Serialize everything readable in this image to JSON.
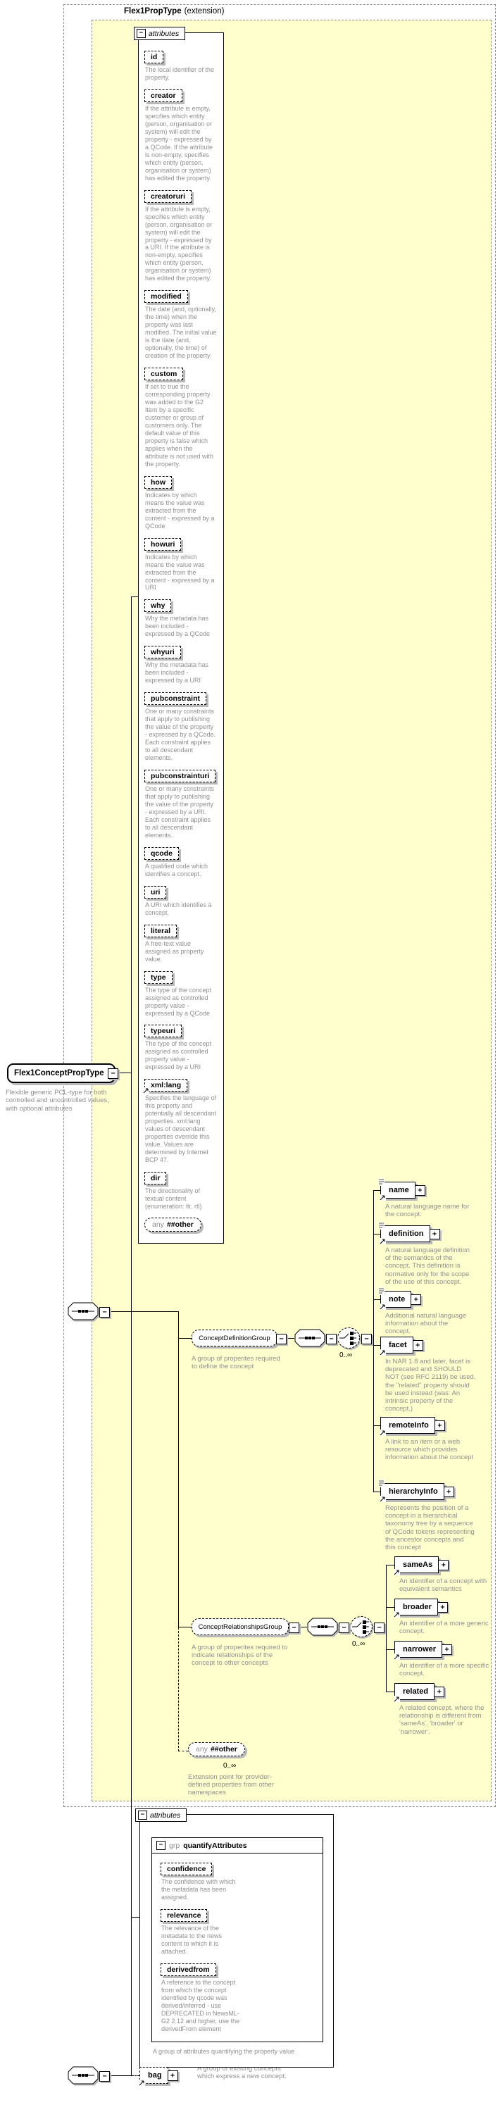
{
  "diagram": {
    "frame": {
      "title": "Flex1PropType",
      "title_suffix": "(extension)"
    },
    "icons": {
      "collapse": "−",
      "expand": "+"
    },
    "root": {
      "name": "Flex1ConceptPropType",
      "description": "Flexible generic PCL-type for both controlled and uncontrolled values, with optional attributes"
    },
    "inherited_attributes": {
      "header": "attributes",
      "items": [
        {
          "name": "id",
          "description": "The local identifier of the property."
        },
        {
          "name": "creator",
          "description": "If the attribute is empty, specifies which entity (person, organisation or system) will edit the property - expressed by a QCode. If the attribute is non-empty, specifies which entity (person, organisation or system) has edited the property."
        },
        {
          "name": "creatoruri",
          "description": "If the attribute is empty, specifies which entity (person, organisation or system) will edit the property - expressed by a URI. If the attribute is non-empty, specifies which entity (person, organisation or system) has edited the property."
        },
        {
          "name": "modified",
          "description": "The date (and, optionally, the time) when the property was last modified. The initial value is the date (and, optionally, the time) of creation of the property."
        },
        {
          "name": "custom",
          "description": "If set to true the corresponding property was added to the G2 Item by a specific customer or group of customers only. The default value of this property is false which applies when the attribute is not used with the property."
        },
        {
          "name": "how",
          "description": "Indicates by which means the value was extracted from the content - expressed by a QCode"
        },
        {
          "name": "howuri",
          "description": "Indicates by which means the value was extracted from the content - expressed by a URI"
        },
        {
          "name": "why",
          "description": "Why the metadata has been included - expressed by a QCode"
        },
        {
          "name": "whyuri",
          "description": "Why the metadata has been included - expressed by a URI"
        },
        {
          "name": "pubconstraint",
          "description": "One or many constraints that apply to publishing the value of the property - expressed by a QCode. Each constraint applies to all descendant elements."
        },
        {
          "name": "pubconstrainturi",
          "description": "One or many constraints that apply to publishing the value of the property - expressed by a URI. Each constraint applies to all descendant elements."
        },
        {
          "name": "qcode",
          "description": "A qualified code which identifies a concept."
        },
        {
          "name": "uri",
          "description": "A URI which identifies a concept."
        },
        {
          "name": "literal",
          "description": "A free-text value assigned as property value."
        },
        {
          "name": "type",
          "description": "The type of the concept assigned as controlled property value - expressed by a QCode"
        },
        {
          "name": "typeuri",
          "description": "The type of the concept assigned as controlled property value - expressed by a URI"
        },
        {
          "name": "xml:lang",
          "description": "Specifies the language of this property and potentially all descendant properties. xml:lang values of descendant properties override this value. Values are determined by Internet BCP 47."
        },
        {
          "name": "dir",
          "description": "The directionality of textual content (enumeration: ltr, rtl)"
        }
      ],
      "wildcard": {
        "prefix": "any",
        "name": "##other"
      }
    },
    "content": {
      "groups": [
        {
          "name": "ConceptDefinitionGroup",
          "description": "A group of properites required to define the concept",
          "occurrence": "0..∞",
          "elements": [
            {
              "name": "name",
              "description": "A natural language name for the concept."
            },
            {
              "name": "definition",
              "description": "A natural language definition of the semantics of the concept. This definition is normative only for the scope of the use of this concept."
            },
            {
              "name": "note",
              "description": "Additional natural language information about the concept."
            },
            {
              "name": "facet",
              "description": "In NAR 1.8 and later, facet is deprecated and SHOULD NOT (see RFC 2119) be used, the \"related\" property should be used instead (was: An intrinsic property of the concept.)"
            },
            {
              "name": "remoteInfo",
              "description": "A link to an item or a web resource which provides information about the concept"
            },
            {
              "name": "hierarchyInfo",
              "description": "Represents the position of a concept in a hierarchical taxonomy tree by a sequence of QCode tokens representing the ancestor concepts and this concept"
            }
          ]
        },
        {
          "name": "ConceptRelationshipsGroup",
          "description": "A group of properites required to indicate relationships of the concept to other concepts",
          "occurrence": "0..∞",
          "elements": [
            {
              "name": "sameAs",
              "description": "An identifier of a concept with equivalent semantics"
            },
            {
              "name": "broader",
              "description": "An identifier of a more generic concept."
            },
            {
              "name": "narrower",
              "description": "An identifier of a more specific concept."
            },
            {
              "name": "related",
              "description": "A related concept, where the relationship is different from 'sameAs', 'broader' or 'narrower'."
            }
          ]
        }
      ],
      "wildcard": {
        "prefix": "any",
        "name": "##other",
        "occurrence": "0..∞",
        "description": "Extension point for provider-defined properties from other namespaces"
      }
    },
    "own_attributes": {
      "header": "attributes",
      "group_kind": "grp",
      "group_name": "quantifyAttributes",
      "group_description": "A group of attributes quantifying the property value",
      "items": [
        {
          "name": "confidence",
          "description": "The confidence with which the metadata has been assigned."
        },
        {
          "name": "relevance",
          "description": "The relevance of the metadata to the news content to which it is attached."
        },
        {
          "name": "derivedfrom",
          "description": "A reference to the concept from which the concept identified by qcode was derived/inferred - use DEPRECATED in NewsML-G2 2.12 and higher, use the derivedFrom element"
        }
      ]
    },
    "bag": {
      "name": "bag",
      "description": "A group of existing concepts which express a new concept."
    }
  }
}
